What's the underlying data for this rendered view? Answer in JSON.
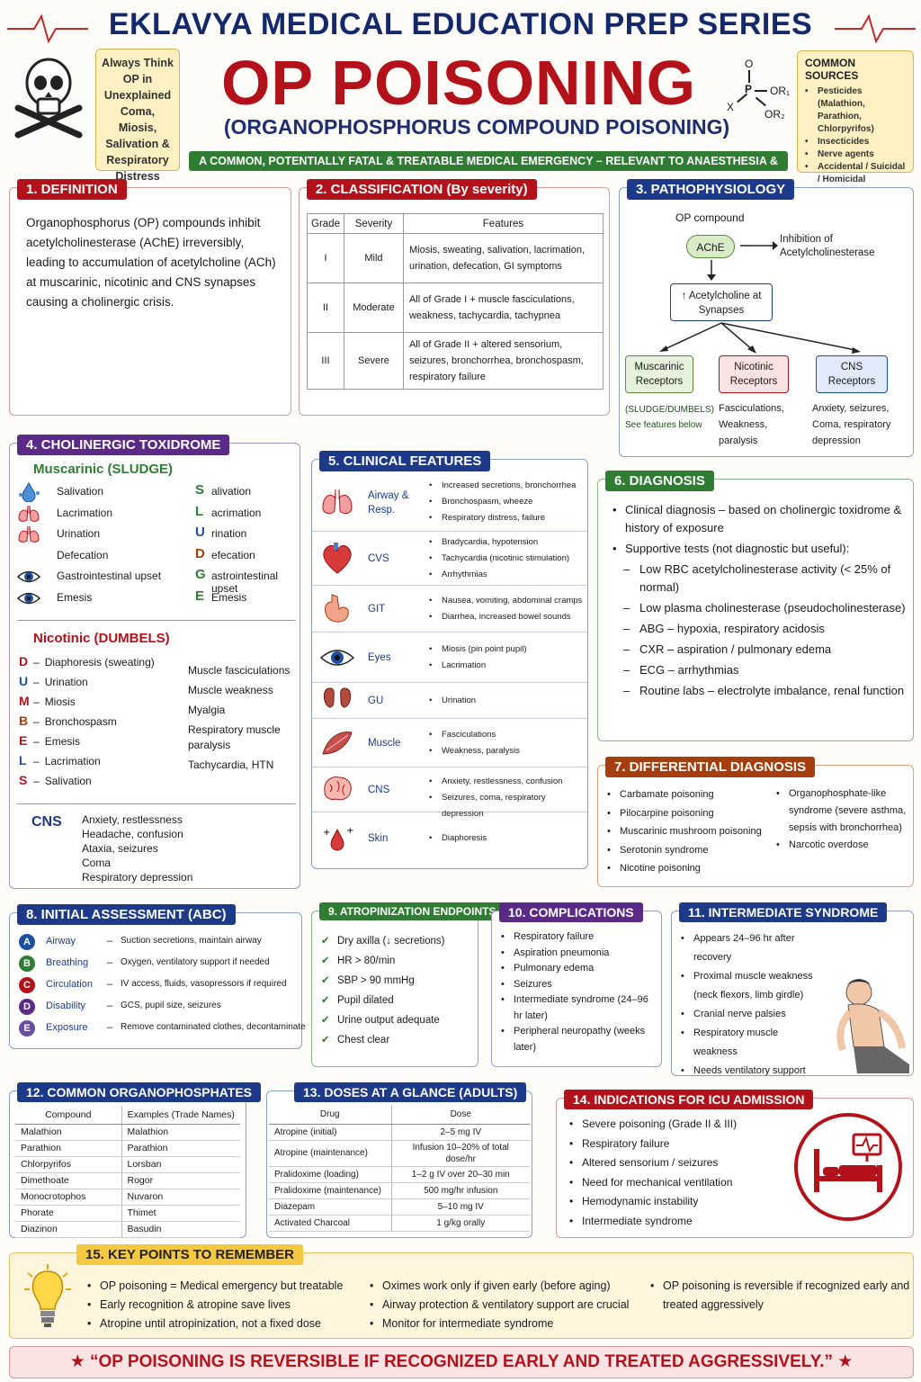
{
  "header": {
    "series": "EKLAVYA MEDICAL EDUCATION PREP SERIES",
    "title": "OP POISONING",
    "subtitle": "(ORGANOPHOSPHORUS COMPOUND POISONING)",
    "banner": "A COMMON, POTENTIALLY FATAL & TREATABLE MEDICAL EMERGENCY – RELEVANT TO ANAESTHESIA & ICU",
    "callout": "Always Think OP in Unexplained Coma, Miosis, Salivation & Respiratory Distress",
    "formula": {
      "o": "O",
      "p": "P",
      "x": "X",
      "or1": "OR₁",
      "or2": "OR₂"
    },
    "sources_title": "COMMON SOURCES",
    "sources": [
      "Pesticides (Malathion, Parathion, Chlorpyrifos)",
      "Insecticides",
      "Nerve agents",
      "Accidental / Suicidal / Homicidal exposure"
    ]
  },
  "definition": {
    "title": "1. DEFINITION",
    "text": "Organophosphorus (OP) compounds inhibit acetylcholinesterase (AChE) irreversibly, leading to accumulation of acetylcholine (ACh) at muscarinic, nicotinic and CNS synapses causing a cholinergic crisis."
  },
  "classification": {
    "title": "2. CLASSIFICATION (By severity)",
    "headers": [
      "Grade",
      "Severity",
      "Features"
    ],
    "rows": [
      [
        "I",
        "Mild",
        "Miosis, sweating, salivation, lacrimation, urination, defecation, GI symptoms"
      ],
      [
        "II",
        "Moderate",
        "All of Grade I + muscle fasciculations, weakness, tachycardia, tachypnea"
      ],
      [
        "III",
        "Severe",
        "All of Grade II + altered sensorium, seizures, bronchorrhea, bronchospasm, respiratory failure"
      ]
    ]
  },
  "patho": {
    "title": "3. PATHOPHYSIOLOGY",
    "op": "OP compound",
    "ache": "AChE",
    "inhibition": "Inhibition of Acetylcholinesterase",
    "ach": "↑ Acetylcholine at Synapses",
    "receptors": [
      "Muscarinic Receptors",
      "Nicotinic Receptors",
      "CNS Receptors"
    ],
    "effects": [
      "(SLUDGE/DUMBELS) See features below",
      "Fasciculations, Weakness, paralysis",
      "Anxiety, seizures, Coma, respiratory depression"
    ]
  },
  "toxidrome": {
    "title": "4. CHOLINERGIC TOXIDROME",
    "musc_title": "Muscarinic (SLUDGE)",
    "musc": [
      "Salivation",
      "Lacrimation",
      "Urination",
      "Defecation",
      "Gastrointestinal upset",
      "Emesis"
    ],
    "sludge_letters": [
      "S",
      "L",
      "U",
      "D",
      "G",
      "E"
    ],
    "sludge_rest": [
      "alivation",
      "acrimation",
      "rination",
      "efecation",
      "astrointestinal upset",
      "Emesis"
    ],
    "nic_title": "Nicotinic (DUMBELS)",
    "dumbels_letters": [
      "D",
      "U",
      "M",
      "B",
      "E",
      "L",
      "S"
    ],
    "dumbels": [
      "Diaphoresis (sweating)",
      "Urination",
      "Miosis",
      "Bronchospasm",
      "Emesis",
      "Lacrimation",
      "Salivation"
    ],
    "nic": [
      "Muscle fasciculations",
      "Muscle weakness",
      "Myalgia",
      "Respiratory muscle paralysis",
      "Tachycardia, HTN"
    ],
    "cns_title": "CNS",
    "cns": [
      "Anxiety, restlessness",
      "Headache, confusion",
      "Ataxia, seizures",
      "Coma",
      "Respiratory depression"
    ]
  },
  "clinical": {
    "title": "5. CLINICAL FEATURES",
    "rows": [
      {
        "system": "Airway & Resp.",
        "items": [
          "Increased secretions, bronchorrhea",
          "Bronchospasm, wheeze",
          "Respiratory distress, failure"
        ]
      },
      {
        "system": "CVS",
        "items": [
          "Bradycardia, hypotension",
          "Tachycardia (nicotinic stimulation)",
          "Arrhythmias"
        ]
      },
      {
        "system": "GIT",
        "items": [
          "Nausea, vomiting, abdominal cramps",
          "Diarrhea, increased bowel sounds"
        ]
      },
      {
        "system": "Eyes",
        "items": [
          "Miosis (pin point pupil)",
          "Lacrimation"
        ]
      },
      {
        "system": "GU",
        "items": [
          "Urination"
        ]
      },
      {
        "system": "Muscle",
        "items": [
          "Fasciculations",
          "Weakness, paralysis"
        ]
      },
      {
        "system": "CNS",
        "items": [
          "Anxiety, restlessness, confusion",
          "Seizures, coma, respiratory depression"
        ]
      },
      {
        "system": "Skin",
        "items": [
          "Diaphoresis"
        ]
      }
    ]
  },
  "diagnosis": {
    "title": "6. DIAGNOSIS",
    "p1": "Clinical diagnosis – based on cholinergic toxidrome & history of exposure",
    "p2": "Supportive tests (not diagnostic but useful):",
    "items": [
      "Low RBC acetylcholinesterase activity (< 25% of normal)",
      "Low plasma cholinesterase (pseudocholinesterase)",
      "ABG – hypoxia, respiratory acidosis",
      "CXR – aspiration / pulmonary edema",
      "ECG – arrhythmias",
      "Routine labs – electrolyte imbalance, renal function"
    ]
  },
  "ddx": {
    "title": "7. DIFFERENTIAL DIAGNOSIS",
    "left": [
      "Carbamate poisoning",
      "Pilocarpine poisoning",
      "Muscarinic mushroom poisoning",
      "Serotonin syndrome",
      "Nicotine poisoning"
    ],
    "right": [
      "Organophosphate-like syndrome (severe asthma, sepsis with bronchorrhea)",
      "Narcotic overdose"
    ]
  },
  "abc": {
    "title": "8. INITIAL ASSESSMENT (ABC)",
    "rows": [
      {
        "letter": "A",
        "name": "Airway",
        "action": "Suction secretions, maintain airway",
        "color": "#1b4f9c"
      },
      {
        "letter": "B",
        "name": "Breathing",
        "action": "Oxygen, ventilatory support if needed",
        "color": "#2e7d32"
      },
      {
        "letter": "C",
        "name": "Circulation",
        "action": "IV access, fluids, vasopressors if required",
        "color": "#b3121b"
      },
      {
        "letter": "D",
        "name": "Disability",
        "action": "GCS, pupil size, seizures",
        "color": "#5b2a86"
      },
      {
        "letter": "E",
        "name": "Exposure",
        "action": "Remove contaminated clothes, decontaminate",
        "color": "#6a4fa0"
      }
    ]
  },
  "atropine": {
    "title": "9. ATROPINIZATION ENDPOINTS",
    "items": [
      "Dry axilla (↓ secretions)",
      "HR > 80/min",
      "SBP > 90 mmHg",
      "Pupil dilated",
      "Urine output adequate",
      "Chest clear"
    ]
  },
  "complications": {
    "title": "10. COMPLICATIONS",
    "items": [
      "Respiratory failure",
      "Aspiration pneumonia",
      "Pulmonary edema",
      "Seizures",
      "Intermediate syndrome (24–96 hr later)",
      "Peripheral neuropathy (weeks later)"
    ]
  },
  "intermediate": {
    "title": "11. INTERMEDIATE SYNDROME",
    "items": [
      "Appears 24–96 hr after recovery",
      "Proximal muscle weakness (neck flexors, limb girdle)",
      "Cranial nerve palsies",
      "Respiratory muscle weakness",
      "Needs ventilatory support"
    ]
  },
  "ops": {
    "title": "12. COMMON ORGANOPHOSPHATES",
    "headers": [
      "Compound",
      "Examples (Trade Names)"
    ],
    "rows": [
      [
        "Malathion",
        "Malathion"
      ],
      [
        "Parathion",
        "Parathion"
      ],
      [
        "Chlorpyrifos",
        "Lorsban"
      ],
      [
        "Dimethoate",
        "Rogor"
      ],
      [
        "Monocrotophos",
        "Nuvaron"
      ],
      [
        "Phorate",
        "Thimet"
      ],
      [
        "Diazinon",
        "Basudin"
      ]
    ]
  },
  "doses": {
    "title": "13. DOSES AT A GLANCE (ADULTS)",
    "headers": [
      "Drug",
      "Dose"
    ],
    "rows": [
      [
        "Atropine (initial)",
        "2–5 mg IV"
      ],
      [
        "Atropine (maintenance)",
        "Infusion 10–20% of total dose/hr"
      ],
      [
        "Pralidoxime (loading)",
        "1–2 g IV over 20–30 min"
      ],
      [
        "Pralidoxime (maintenance)",
        "500 mg/hr infusion"
      ],
      [
        "Diazepam",
        "5–10 mg IV"
      ],
      [
        "Activated Charcoal",
        "1 g/kg orally"
      ]
    ]
  },
  "icu": {
    "title": "14. INDICATIONS FOR ICU ADMISSION",
    "items": [
      "Severe poisoning (Grade II & III)",
      "Respiratory failure",
      "Altered sensorium / seizures",
      "Need for mechanical ventilation",
      "Hemodynamic instability",
      "Intermediate syndrome"
    ]
  },
  "key": {
    "title": "15. KEY POINTS TO REMEMBER",
    "col1": [
      "OP poisoning = Medical emergency but treatable",
      "Early recognition & atropine save lives",
      "Atropine until atropinization, not a fixed dose"
    ],
    "col2": [
      "Oximes work only if given early (before aging)",
      "Airway protection & ventilatory support are crucial",
      "Monitor for intermediate syndrome"
    ],
    "col3": [
      "OP poisoning is reversible if recognized early and treated aggressively"
    ]
  },
  "footer": "“OP POISONING IS REVERSIBLE IF RECOGNIZED EARLY AND TREATED AGGRESSIVELY.”",
  "colors": {
    "accent_red": "#b3121b",
    "navy": "#1d3a8a",
    "green": "#2e7d32",
    "purple": "#5b2a86",
    "brown": "#a63d0c"
  }
}
